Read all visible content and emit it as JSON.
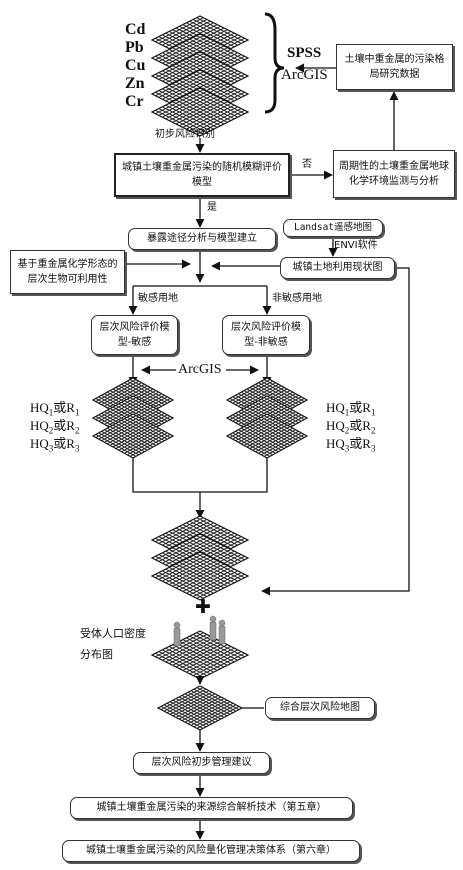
{
  "heavy_metals": [
    "Cd",
    "Pb",
    "Cu",
    "Zn",
    "Cr"
  ],
  "tools": {
    "spss": "SPSS",
    "arcgis_top": "ArcGIS",
    "arcgis_mid": "ArcGIS",
    "envi": "ENVI软件"
  },
  "boxes": {
    "research_data": "土壤中重金属的污染格局研究数据",
    "random_model": "城镇土壤重金属污染的随机模糊评价模型",
    "monitoring": "周期性的土壤重金属地球化学环境监测与分析",
    "exposure": "暴露途径分析与模型建立",
    "bioavailability": "基于重金属化学形态的层次生物可利用性",
    "landsat": "Landsat遥感地图",
    "land_use": "城镇土地利用现状图",
    "model_sensitive": "层次风险评价模型-敏感",
    "model_nonsensitive": "层次风险评价模型-非敏感",
    "integrated_map": "综合层次风险地图",
    "management": "层次风险初步管理建议",
    "chapter5": "城镇土壤重金属污染的来源综合解析技术（第五章）",
    "chapter6": "城镇土壤重金属污染的风险量化管理决策体系（第六章）"
  },
  "labels": {
    "initial_risk": "初步风险识别",
    "no": "否",
    "yes": "是",
    "sensitive_land": "敏感用地",
    "nonsensitive_land": "非敏感用地",
    "population": "受体人口密度分布图",
    "plus": "✚"
  },
  "hq_rows": [
    {
      "hq": "HQ",
      "sub": "1",
      "or": "或",
      "r": "R",
      "rsub": "1"
    },
    {
      "hq": "HQ",
      "sub": "2",
      "or": "或",
      "r": "R",
      "rsub": "2"
    },
    {
      "hq": "HQ",
      "sub": "3",
      "or": "或",
      "r": "R",
      "rsub": "3"
    }
  ]
}
